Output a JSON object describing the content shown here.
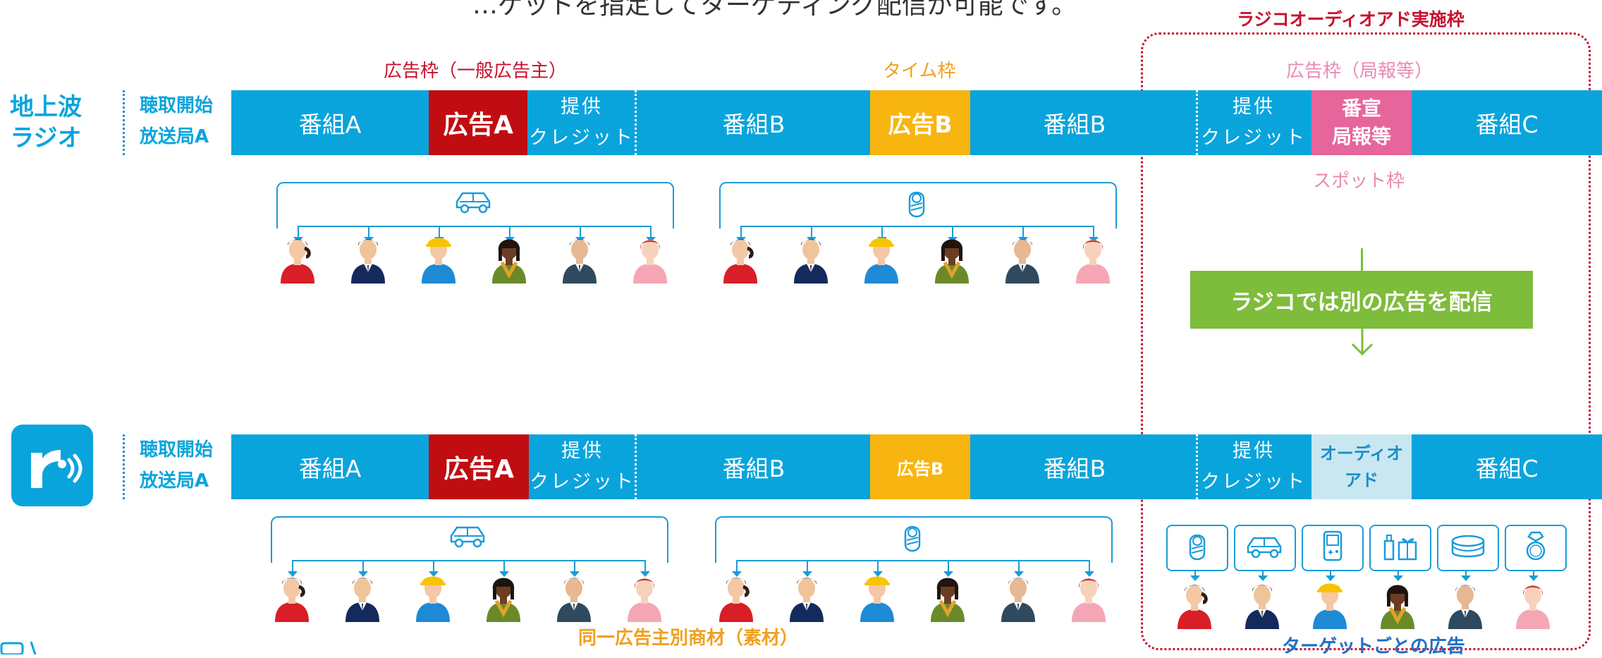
{
  "header": {
    "top_caption": "…ゲットを指定してターゲティング配信が可能です。",
    "radiko_label": "ラジコオーディオアド実施枠"
  },
  "frame_labels": {
    "general": "広告枠（一般広告主）",
    "time": "タイム枠",
    "station": "広告枠（局報等）",
    "spot": "スポット枠"
  },
  "rows": {
    "terrestrial": {
      "label_line1": "地上波",
      "label_line2": "ラジオ",
      "station_line1": "聴取開始",
      "station_line2": "放送局A",
      "segments": {
        "progA": "番組A",
        "adA": "広告A",
        "credit1_l1": "提供",
        "credit1_l2": "クレジット",
        "progB1": "番組B",
        "adB": "広告B",
        "progB2": "番組B",
        "credit2_l1": "提供",
        "credit2_l2": "クレジット",
        "promo_l1": "番宣",
        "promo_l2": "局報等",
        "progC": "番組C"
      }
    },
    "radiko": {
      "station_line1": "聴取開始",
      "station_line2": "放送局A",
      "segments": {
        "progA": "番組A",
        "adA": "広告A",
        "credit1_l1": "提供",
        "credit1_l2": "クレジット",
        "progB1": "番組B",
        "adB": "広告B",
        "progB2": "番組B",
        "credit2_l1": "提供",
        "credit2_l2": "クレジット",
        "audio_l1": "オーディオ",
        "audio_l2": "アド",
        "progC": "番組C"
      }
    }
  },
  "green_box": "ラジコでは別の広告を配信",
  "footer": {
    "same_advertiser": "同一広告主別商材（素材）",
    "per_target": "ターゲットごとの広告"
  },
  "icons": {
    "bracket1": "car-icon",
    "bracket2": "baby-icon",
    "targets": [
      "baby-icon",
      "car-icon",
      "game-console-icon",
      "cosmetics-gift-icon",
      "cake-icon",
      "ring-icon"
    ],
    "logo": "radiko-logo-icon"
  },
  "colors": {
    "bar": "#0aa4dc",
    "ad_red": "#c00d12",
    "ad_yellow": "#f8b50f",
    "ad_pink": "#e6659b",
    "audio_ad": "#c8e7f1",
    "green": "#7ebc3b",
    "frame_red": "#c8102e",
    "label_red": "#c8102e",
    "label_orange": "#f0a020",
    "label_pink": "#e98ab2",
    "footer_orange": "#f0a020",
    "footer_blue": "#1f6fc5"
  }
}
